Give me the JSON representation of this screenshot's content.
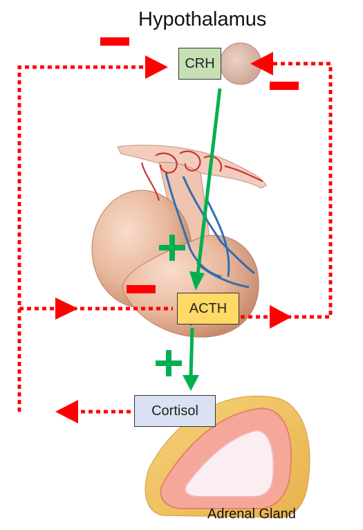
{
  "diagram": {
    "title": "Hypothalamus",
    "gland_label": "Adrenal Gland",
    "nodes": {
      "crh": "CRH",
      "acth": "ACTH",
      "cortisol": "Cortisol"
    },
    "colors": {
      "inhibit": "#ff0000",
      "stimulate": "#00b050",
      "crh_fill": "#c6e0b4",
      "acth_fill": "#ffd966",
      "cortisol_fill": "#d9e1f2"
    },
    "signs": {
      "stimulate": "+",
      "inhibit": "−"
    }
  }
}
